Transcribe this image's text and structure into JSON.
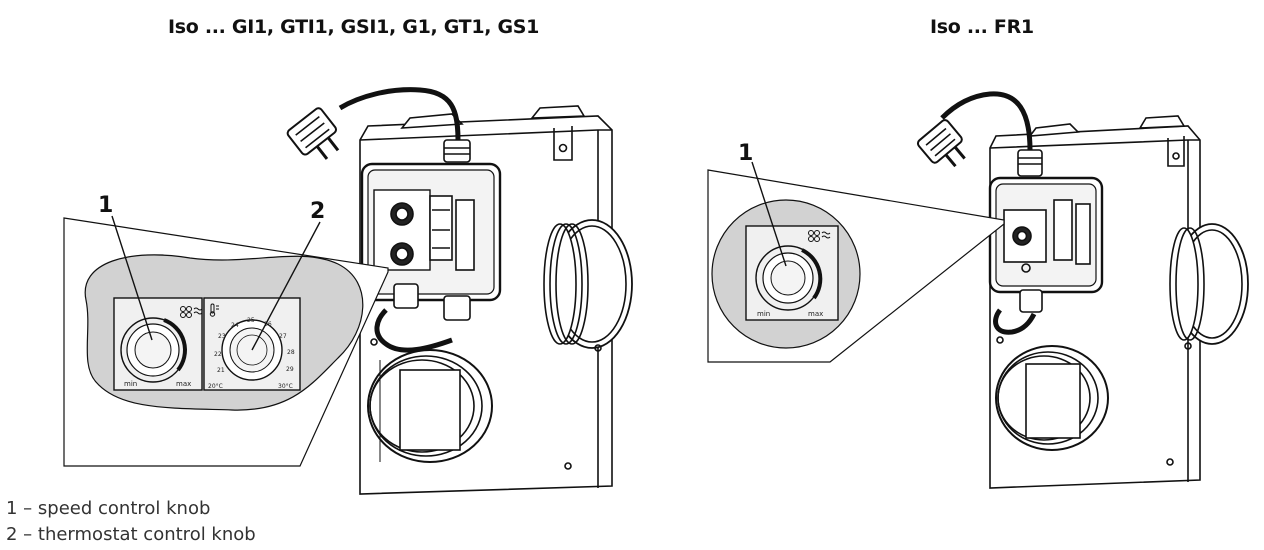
{
  "titles": {
    "left": "Iso ... GI1, GTI1, GSI1, G1, GT1, GS1",
    "right": "Iso ... FR1"
  },
  "callouts": {
    "left_speed": "1",
    "left_thermostat": "2",
    "right_speed": "1"
  },
  "speed_dial": {
    "min_label": "min",
    "max_label": "max",
    "icon": "fan-speed-icon"
  },
  "thermostat_dial": {
    "scale": [
      "20°C",
      "21",
      "22",
      "23",
      "24",
      "25",
      "26",
      "27",
      "28",
      "29",
      "30°C"
    ],
    "icon": "thermometer-icon"
  },
  "legend": [
    "1 – speed control knob",
    "2 – thermostat control knob"
  ]
}
